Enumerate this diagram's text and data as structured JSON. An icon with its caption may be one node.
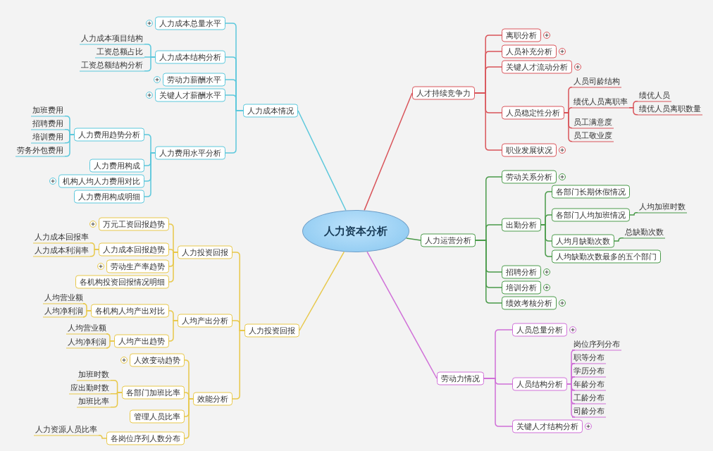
{
  "diagram": {
    "nodes": [
      {
        "text": [
          "人力资本分析"
        ]
      },
      {
        "text": [
          "人力成本情况"
        ]
      },
      {
        "text": [
          "人力成本总量水平"
        ]
      },
      {
        "text": [
          "人力成本结构分析"
        ]
      },
      {
        "text": [
          "人力成本项目结构"
        ]
      },
      {
        "text": [
          "工资总额占比"
        ]
      },
      {
        "text": [
          "工资总额结构分析"
        ]
      },
      {
        "text": [
          "劳动力薪酬水平"
        ]
      },
      {
        "text": [
          "关键人才薪酬水平"
        ]
      },
      {
        "text": [
          "人力费用水平分析"
        ]
      },
      {
        "text": [
          "人力费用趋势分析"
        ]
      },
      {
        "text": [
          "加班费用"
        ]
      },
      {
        "text": [
          "招聘费用"
        ]
      },
      {
        "text": [
          "培训费用"
        ]
      },
      {
        "text": [
          "劳务外包费用"
        ]
      },
      {
        "text": [
          "人力费用构成"
        ]
      },
      {
        "text": [
          "机构人均人力费用对比"
        ]
      },
      {
        "text": [
          "人力费用构成明细"
        ]
      },
      {
        "text": [
          "人力投资回报"
        ]
      },
      {
        "text": [
          "人力投资回报"
        ]
      },
      {
        "text": [
          "万元工资回报趋势"
        ]
      },
      {
        "text": [
          "人力成本回报趋势"
        ]
      },
      {
        "text": [
          "人力成本回报率"
        ]
      },
      {
        "text": [
          "人力成本利润率"
        ]
      },
      {
        "text": [
          "劳动生产率趋势"
        ]
      },
      {
        "text": [
          "各机构投资回报情况明细"
        ]
      },
      {
        "text": [
          "人均产出分析"
        ]
      },
      {
        "text": [
          "各机构人均产出对比"
        ]
      },
      {
        "text": [
          "人均营业额"
        ]
      },
      {
        "text": [
          "人均净利润"
        ]
      },
      {
        "text": [
          "人均产出趋势"
        ]
      },
      {
        "text": [
          "人均营业额"
        ]
      },
      {
        "text": [
          "人均净利润"
        ]
      },
      {
        "text": [
          "效能分析"
        ]
      },
      {
        "text": [
          "人效变动趋势"
        ]
      },
      {
        "text": [
          "各部门加班比率"
        ]
      },
      {
        "text": [
          "加班时数"
        ]
      },
      {
        "text": [
          "应出勤时数"
        ]
      },
      {
        "text": [
          "加班比率"
        ]
      },
      {
        "text": [
          "管理人员比率"
        ]
      },
      {
        "text": [
          "各岗位序列人数分布"
        ]
      },
      {
        "text": [
          "人力资源人员比率"
        ]
      },
      {
        "text": [
          "人才持续竞争力"
        ]
      },
      {
        "text": [
          "离职分析"
        ]
      },
      {
        "text": [
          "人员补充分析"
        ]
      },
      {
        "text": [
          "关键人才流动分析"
        ]
      },
      {
        "text": [
          "人员稳定性分析"
        ]
      },
      {
        "text": [
          "人员司龄结构"
        ]
      },
      {
        "text": [
          "绩优人员离职率"
        ]
      },
      {
        "text": [
          "绩优人员"
        ]
      },
      {
        "text": [
          "绩优人员离职数量"
        ]
      },
      {
        "text": [
          "员工满意度"
        ]
      },
      {
        "text": [
          "员工敬业度"
        ]
      },
      {
        "text": [
          "职业发展状况"
        ]
      },
      {
        "text": [
          "人力运营分析"
        ]
      },
      {
        "text": [
          "劳动关系分析"
        ]
      },
      {
        "text": [
          "出勤分析"
        ]
      },
      {
        "text": [
          "各部门长期休假情况"
        ]
      },
      {
        "text": [
          "各部门人均加班情况"
        ]
      },
      {
        "text": [
          "人均加班时数"
        ]
      },
      {
        "text": [
          "人均月缺勤次数"
        ]
      },
      {
        "text": [
          "总缺勤次数"
        ]
      },
      {
        "text": [
          "人均缺勤次数最多的五个部门"
        ]
      },
      {
        "text": [
          "招聘分析"
        ]
      },
      {
        "text": [
          "培训分析"
        ]
      },
      {
        "text": [
          "绩效考核分析"
        ]
      },
      {
        "text": [
          "劳动力情况"
        ]
      },
      {
        "text": [
          "人员总量分析"
        ]
      },
      {
        "text": [
          "人员结构分析"
        ]
      },
      {
        "text": [
          "岗位序列分布"
        ]
      },
      {
        "text": [
          "职等分布"
        ]
      },
      {
        "text": [
          "学历分布"
        ]
      },
      {
        "text": [
          "年龄分布"
        ]
      },
      {
        "text": [
          "工龄分布"
        ]
      },
      {
        "text": [
          "司龄分布"
        ]
      },
      {
        "text": [
          "关键人才结构分析"
        ]
      }
    ],
    "edges": [
      {
        "from": 0,
        "to": 1,
        "arrow": "none",
        "color": "#5cc8dc"
      },
      {
        "from": 1,
        "to": 2,
        "arrow": "none",
        "color": "#5cc8dc"
      },
      {
        "from": 1,
        "to": 3,
        "arrow": "none",
        "color": "#5cc8dc"
      },
      {
        "from": 3,
        "to": 4,
        "arrow": "none",
        "color": "#5cc8dc"
      },
      {
        "from": 3,
        "to": 5,
        "arrow": "none",
        "color": "#5cc8dc"
      },
      {
        "from": 3,
        "to": 6,
        "arrow": "none",
        "color": "#5cc8dc"
      },
      {
        "from": 1,
        "to": 7,
        "arrow": "none",
        "color": "#5cc8dc"
      },
      {
        "from": 1,
        "to": 8,
        "arrow": "none",
        "color": "#5cc8dc"
      },
      {
        "from": 1,
        "to": 9,
        "arrow": "none",
        "color": "#5cc8dc"
      },
      {
        "from": 9,
        "to": 10,
        "arrow": "none",
        "color": "#5cc8dc"
      },
      {
        "from": 10,
        "to": 11,
        "arrow": "none",
        "color": "#5cc8dc"
      },
      {
        "from": 10,
        "to": 12,
        "arrow": "none",
        "color": "#5cc8dc"
      },
      {
        "from": 10,
        "to": 13,
        "arrow": "none",
        "color": "#5cc8dc"
      },
      {
        "from": 10,
        "to": 14,
        "arrow": "none",
        "color": "#5cc8dc"
      },
      {
        "from": 9,
        "to": 15,
        "arrow": "none",
        "color": "#5cc8dc"
      },
      {
        "from": 9,
        "to": 16,
        "arrow": "none",
        "color": "#5cc8dc"
      },
      {
        "from": 9,
        "to": 17,
        "arrow": "none",
        "color": "#5cc8dc"
      },
      {
        "from": 0,
        "to": 18,
        "arrow": "none"
      },
      {
        "from": 18,
        "to": 19,
        "arrow": "none"
      },
      {
        "from": 19,
        "to": 20,
        "arrow": "none"
      },
      {
        "from": 19,
        "to": 21,
        "arrow": "none"
      },
      {
        "from": 21,
        "to": 22,
        "arrow": "none"
      },
      {
        "from": 21,
        "to": 23,
        "arrow": "none"
      },
      {
        "from": 19,
        "to": 24,
        "arrow": "none"
      },
      {
        "from": 19,
        "to": 25,
        "arrow": "none"
      },
      {
        "from": 18,
        "to": 26,
        "arrow": "none"
      },
      {
        "from": 26,
        "to": 27,
        "arrow": "none"
      },
      {
        "from": 27,
        "to": 28,
        "arrow": "none"
      },
      {
        "from": 27,
        "to": 29,
        "arrow": "none"
      },
      {
        "from": 26,
        "to": 30,
        "arrow": "none"
      },
      {
        "from": 30,
        "to": 31,
        "arrow": "none"
      },
      {
        "from": 30,
        "to": 32,
        "arrow": "none"
      },
      {
        "from": 18,
        "to": 33,
        "arrow": "none"
      },
      {
        "from": 33,
        "to": 34,
        "arrow": "none"
      },
      {
        "from": 33,
        "to": 35,
        "arrow": "none"
      },
      {
        "from": 35,
        "to": 36,
        "arrow": "none"
      },
      {
        "from": 35,
        "to": 37,
        "arrow": "none"
      },
      {
        "from": 35,
        "to": 38,
        "arrow": "none"
      },
      {
        "from": 33,
        "to": 39,
        "arrow": "none"
      },
      {
        "from": 33,
        "to": 40,
        "arrow": "none"
      },
      {
        "from": 40,
        "to": 41,
        "arrow": "none"
      },
      {
        "from": 0,
        "to": 42,
        "arrow": "none",
        "color": "#d9545a"
      },
      {
        "from": 42,
        "to": 43,
        "arrow": "none",
        "color": "#d9545a"
      },
      {
        "from": 42,
        "to": 44,
        "arrow": "none",
        "color": "#d9545a"
      },
      {
        "from": 42,
        "to": 45,
        "arrow": "none",
        "color": "#d9545a"
      },
      {
        "from": 42,
        "to": 46,
        "arrow": "none",
        "color": "#d9545a"
      },
      {
        "from": 46,
        "to": 47,
        "arrow": "none",
        "color": "#d9545a"
      },
      {
        "from": 46,
        "to": 48,
        "arrow": "none",
        "color": "#d9545a"
      },
      {
        "from": 48,
        "to": 49,
        "arrow": "none",
        "color": "#d9545a"
      },
      {
        "from": 48,
        "to": 50,
        "arrow": "none",
        "color": "#d9545a"
      },
      {
        "from": 46,
        "to": 51,
        "arrow": "none",
        "color": "#d9545a"
      },
      {
        "from": 46,
        "to": 52,
        "arrow": "none",
        "color": "#d9545a"
      },
      {
        "from": 42,
        "to": 53,
        "arrow": "none",
        "color": "#d9545a"
      },
      {
        "from": 0,
        "to": 54,
        "arrow": "none",
        "color": "#4a9a4a"
      },
      {
        "from": 54,
        "to": 55,
        "arrow": "none",
        "color": "#4a9a4a"
      },
      {
        "from": 54,
        "to": 56,
        "arrow": "none",
        "color": "#4a9a4a"
      },
      {
        "from": 56,
        "to": 57,
        "arrow": "none",
        "color": "#4a9a4a"
      },
      {
        "from": 56,
        "to": 58,
        "arrow": "none",
        "color": "#4a9a4a"
      },
      {
        "from": 58,
        "to": 59,
        "arrow": "none",
        "color": "#4a9a4a"
      },
      {
        "from": 56,
        "to": 60,
        "arrow": "none",
        "color": "#4a9a4a"
      },
      {
        "from": 60,
        "to": 61,
        "arrow": "none",
        "color": "#4a9a4a"
      },
      {
        "from": 56,
        "to": 62,
        "arrow": "none",
        "color": "#4a9a4a"
      },
      {
        "from": 54,
        "to": 63,
        "arrow": "none",
        "color": "#4a9a4a"
      },
      {
        "from": 54,
        "to": 64,
        "arrow": "none",
        "color": "#4a9a4a"
      },
      {
        "from": 54,
        "to": 65,
        "arrow": "none",
        "color": "#4a9a4a"
      },
      {
        "from": 0,
        "to": 66,
        "arrow": "none",
        "color": "#d070d8"
      },
      {
        "from": 66,
        "to": 67,
        "arrow": "none",
        "color": "#d070d8"
      },
      {
        "from": 66,
        "to": 68,
        "arrow": "none",
        "color": "#d070d8"
      },
      {
        "from": 68,
        "to": 69,
        "arrow": "none",
        "color": "#d070d8"
      },
      {
        "from": 68,
        "to": 70,
        "arrow": "none",
        "color": "#d070d8"
      },
      {
        "from": 68,
        "to": 71,
        "arrow": "none",
        "color": "#d070d8"
      },
      {
        "from": 68,
        "to": 72,
        "arrow": "none",
        "color": "#d070d8"
      },
      {
        "from": 68,
        "to": 73,
        "arrow": "none",
        "color": "#d070d8"
      },
      {
        "from": 68,
        "to": 74,
        "arrow": "none",
        "color": "#d070d8"
      },
      {
        "from": 66,
        "to": 75,
        "arrow": "none",
        "color": "#d070d8"
      }
    ]
  }
}
